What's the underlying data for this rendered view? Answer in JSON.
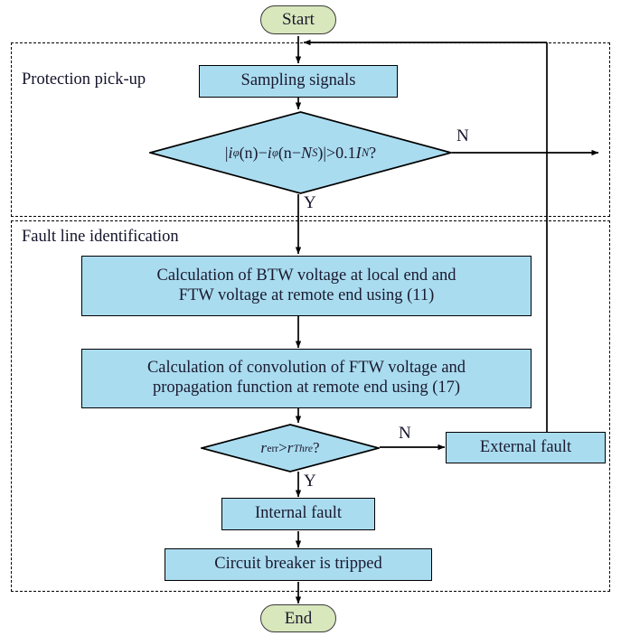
{
  "diagram": {
    "title": "Protection pick-up and fault line identification flowchart",
    "colors": {
      "process_fill": "#aadcf0",
      "terminator_fill": "#d9e7bd",
      "stroke": "#000000",
      "background": "#ffffff",
      "text": "#14142b"
    }
  },
  "groups": [
    {
      "id": "protection-pickup",
      "label": "Protection pick-up"
    },
    {
      "id": "fault-line-identification",
      "label": "Fault line identification"
    }
  ],
  "nodes": {
    "start": {
      "label": "Start",
      "type": "terminator"
    },
    "sampling": {
      "label": "Sampling signals",
      "type": "process"
    },
    "decision_pickup": {
      "type": "decision",
      "label": "|i_φ(n)−i_φ(n−N_S)|>0.1I_N?",
      "parts": {
        "open_bar": "|",
        "i1": "i",
        "phi1": "φ",
        "n1": "(n)",
        "minus1": "−",
        "i2": "i",
        "phi2": "φ",
        "n2_open": "(n",
        "minus2": "−",
        "N2": "N",
        "S2": "S",
        "n2_close": ")",
        "close_bar": "|",
        "gt": ">",
        "value": "0.1",
        "I": "I",
        "I_sub": "N",
        "q": "?"
      }
    },
    "calc_btw": {
      "type": "process",
      "line1": "Calculation of BTW voltage at local end and",
      "line2": "FTW voltage at remote end using (11)"
    },
    "calc_conv": {
      "type": "process",
      "line1": "Calculation of convolution of FTW voltage and",
      "line2": "propagation function at remote end using (17)"
    },
    "decision_rerr": {
      "type": "decision",
      "label": "r_err>r_Thre?",
      "parts": {
        "r1": "r",
        "err": "err",
        "gt": ">",
        "r2": "r",
        "thre": "Thre",
        "q": "?"
      }
    },
    "external_fault": {
      "label": "External fault",
      "type": "process"
    },
    "internal_fault": {
      "label": "Internal fault",
      "type": "process"
    },
    "breaker_tripped": {
      "label": "Circuit breaker is tripped",
      "type": "process"
    },
    "end": {
      "label": "End",
      "type": "terminator"
    }
  },
  "branch_labels": {
    "pickup_no": "N",
    "pickup_yes": "Y",
    "rerr_no": "N",
    "rerr_yes": "Y"
  }
}
